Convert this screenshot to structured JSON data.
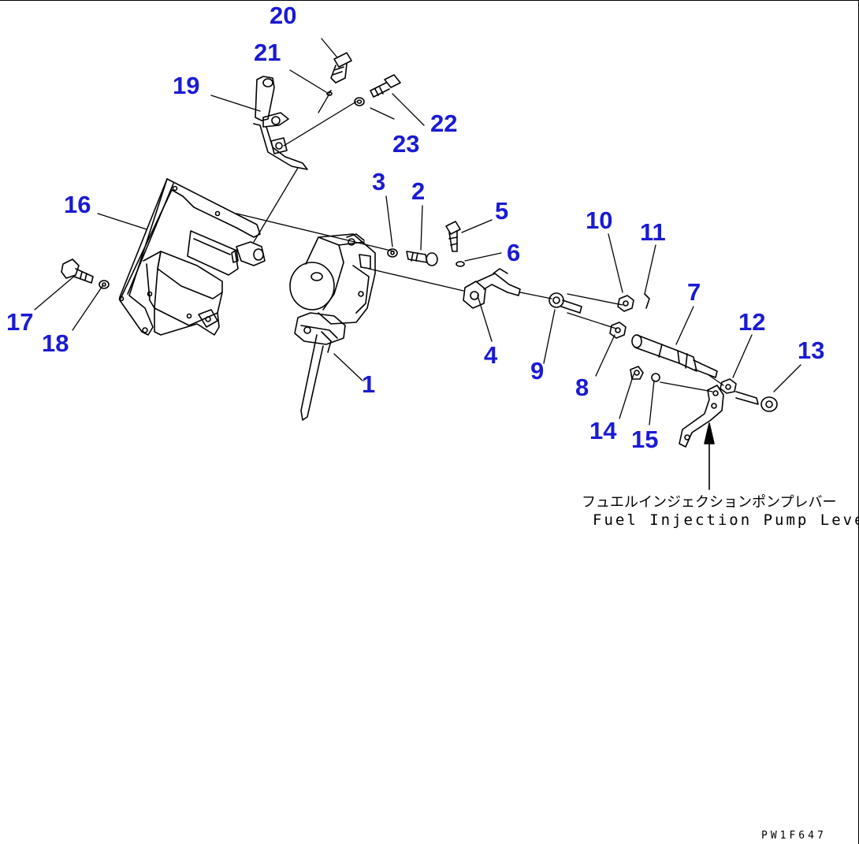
{
  "callouts": {
    "c1": "1",
    "c2": "2",
    "c3": "3",
    "c4": "4",
    "c5": "5",
    "c6": "6",
    "c7": "7",
    "c8": "8",
    "c9": "9",
    "c10": "10",
    "c11": "11",
    "c12": "12",
    "c13": "13",
    "c14": "14",
    "c15": "15",
    "c16": "16",
    "c17": "17",
    "c18": "18",
    "c19": "19",
    "c20": "20",
    "c21": "21",
    "c22": "22",
    "c23": "23"
  },
  "caption": {
    "japanese": "フュエルインジェクションポンプレバー",
    "english": "Fuel Injection Pump Lever"
  },
  "drawing_code": "PW1F647"
}
